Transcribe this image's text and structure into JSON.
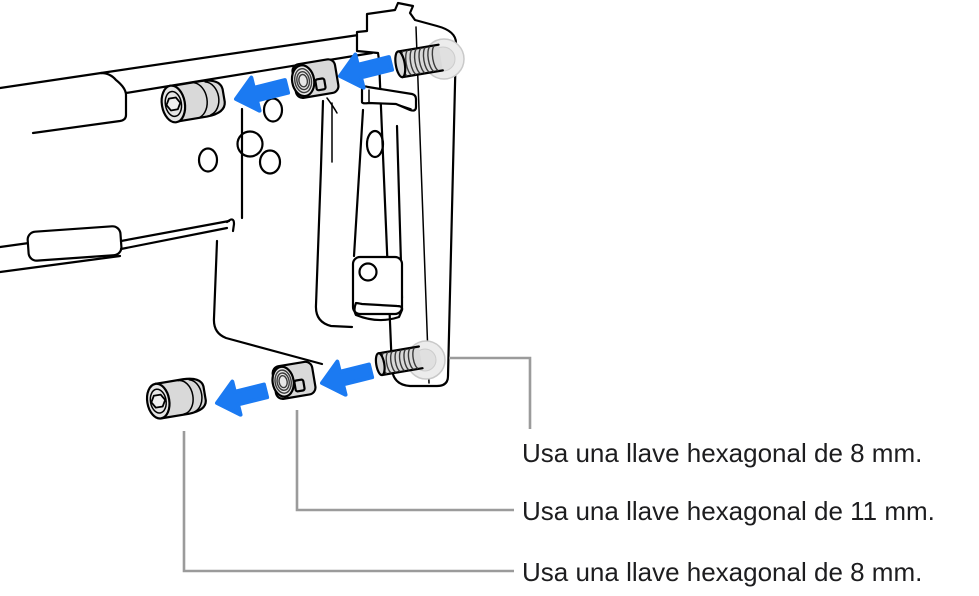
{
  "figure": {
    "kind": "technical-illustration",
    "alt": "Riel de montaje en rack con tornillos, tuercas separadoras y flechas azules de ensamblaje",
    "colors": {
      "arrow": "#1b7af2",
      "callout_line": "#9b9b9b",
      "outline": "#000000",
      "metal_fill": "#d9d9d9",
      "text": "#1d1d1f",
      "background": "#ffffff"
    },
    "callouts": [
      {
        "label": "Usa una llave hexagonal de 8 mm."
      },
      {
        "label": "Usa una llave hexagonal de 11 mm."
      },
      {
        "label": "Usa una llave hexagonal de 8 mm."
      }
    ]
  }
}
